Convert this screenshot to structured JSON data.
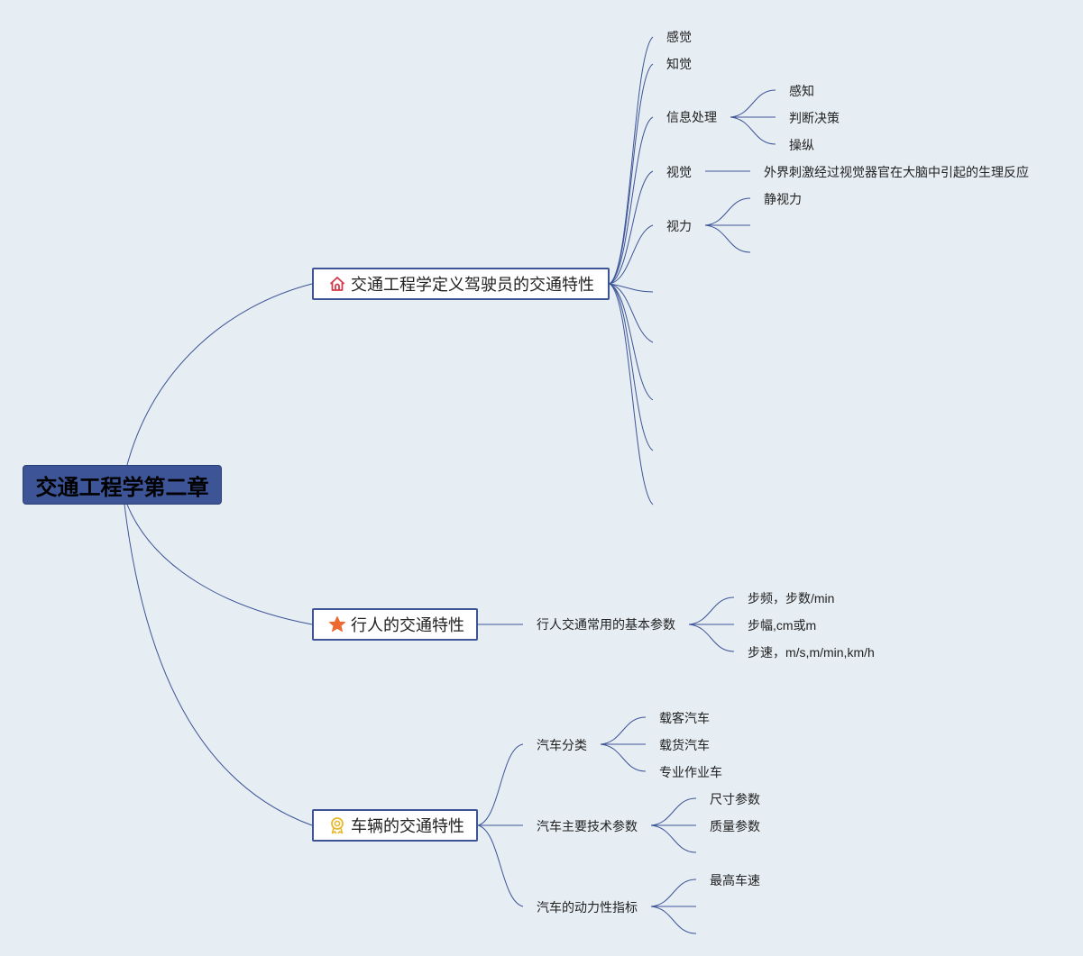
{
  "root": {
    "title": "交通工程学第二章"
  },
  "driver": {
    "title": "交通工程学定义驾驶员的交通特性",
    "icon": "home-icon",
    "items": {
      "perception": "感觉",
      "cognition": "知觉",
      "info": "信息处理",
      "info_children": [
        "感知",
        "判断决策",
        "操纵"
      ],
      "vision": "视觉",
      "vision_desc": "外界刺激经过视觉器官在大脑中引起的生理反应",
      "acuity": "视力",
      "acuity_children": [
        "静视力"
      ]
    }
  },
  "pedestrian": {
    "title": "行人的交通特性",
    "icon": "star-icon",
    "param": "行人交通常用的基本参数",
    "params": [
      "步频，步数/min",
      "步幅,cm或m",
      "步速，m/s,m/min,km/h"
    ]
  },
  "vehicle": {
    "title": "车辆的交通特性",
    "icon": "award-badge-icon",
    "classification": "汽车分类",
    "classification_children": [
      "载客汽车",
      "载货汽车",
      "专业作业车"
    ],
    "tech": "汽车主要技术参数",
    "tech_children": [
      "尺寸参数",
      "质量参数"
    ],
    "power": "汽车的动力性指标",
    "power_children": [
      "最高车速"
    ]
  },
  "colors": {
    "line": "#3d5597",
    "root_bg": "#3d5597",
    "background": "#e6edf3"
  }
}
